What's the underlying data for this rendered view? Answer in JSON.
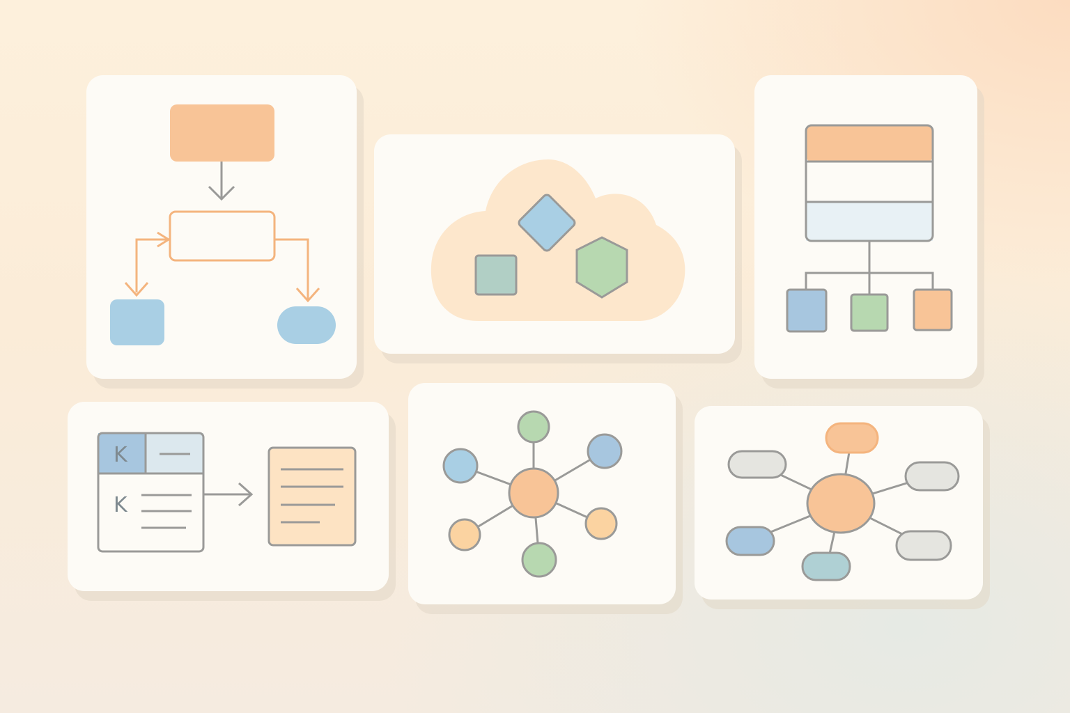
{
  "colors": {
    "orange": "#f8c497",
    "orange_stroke": "#f4b47e",
    "blue": "#a9cfe4",
    "steel_blue": "#a7c6df",
    "green": "#b7d8b0",
    "teal": "#afd0d4",
    "grey_stroke": "#9a9a98",
    "light_grey": "#e5e5e0",
    "cloud": "#fde7cc",
    "pale_blue": "#e8f1f5"
  },
  "cards": [
    {
      "name": "flowchart-card",
      "icon": "flowchart-icon"
    },
    {
      "name": "cloud-shapes-card",
      "icon": "cloud-shapes-icon"
    },
    {
      "name": "org-chart-card",
      "icon": "org-chart-icon"
    },
    {
      "name": "table-to-document-card",
      "icon": "table-document-icon"
    },
    {
      "name": "network-graph-card",
      "icon": "network-graph-icon"
    },
    {
      "name": "mind-map-card",
      "icon": "mind-map-icon"
    }
  ],
  "table_card": {
    "header_glyph": "K",
    "row_glyph": "K"
  }
}
